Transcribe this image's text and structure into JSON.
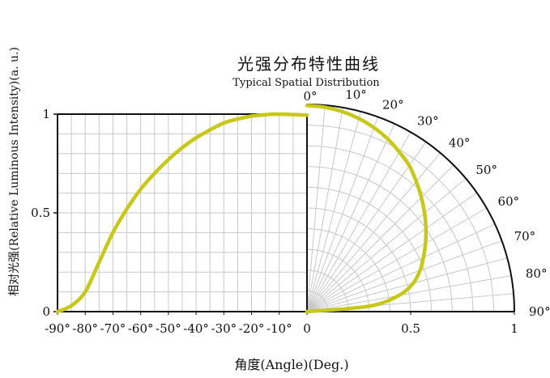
{
  "chart_data": {
    "type": "line",
    "title": "光强分布特性曲线",
    "subtitle": "Typical Spatial Distribution",
    "xlabel": "角度(Angle)(Deg.)",
    "ylabel": "相对光强(Relative Luminous Intensity)(a. u.)",
    "cartesian": {
      "x_ticks": [
        "-90°",
        "-80°",
        "-70°",
        "-60°",
        "-50°",
        "-40°",
        "-30°",
        "-20°",
        "-10°",
        "0"
      ],
      "x_tick_values": [
        -90,
        -80,
        -70,
        -60,
        -50,
        -40,
        -30,
        -20,
        -10,
        0
      ],
      "y_ticks": [
        "0",
        "0.5",
        "1"
      ],
      "y_tick_values": [
        0,
        0.5,
        1
      ],
      "xlim": [
        -90,
        0
      ],
      "ylim": [
        0,
        1
      ],
      "grid": true
    },
    "polar": {
      "angle_labels": [
        "0°",
        "10°",
        "20°",
        "30°",
        "40°",
        "50°",
        "60°",
        "70°",
        "80°",
        "90°"
      ],
      "angle_values": [
        0,
        10,
        20,
        30,
        40,
        50,
        60,
        70,
        80,
        90
      ],
      "radius_ticks": [
        "0",
        "0.5",
        "1"
      ],
      "radius_tick_values": [
        0,
        0.5,
        1
      ],
      "grid": true
    },
    "series": [
      {
        "color": "#c8c81a",
        "angles": [
          -90,
          -85,
          -80,
          -75,
          -70,
          -65,
          -60,
          -55,
          -50,
          -45,
          -40,
          -35,
          -30,
          -25,
          -20,
          -15,
          -10,
          -5,
          0
        ],
        "values": [
          0.0,
          0.03,
          0.1,
          0.25,
          0.4,
          0.52,
          0.62,
          0.7,
          0.77,
          0.83,
          0.88,
          0.92,
          0.955,
          0.975,
          0.99,
          0.997,
          1.0,
          0.998,
          0.995
        ],
        "polar_angles": [
          0,
          5,
          10,
          15,
          20,
          25,
          30,
          35,
          40,
          45,
          50,
          55,
          60,
          65,
          70,
          75,
          80,
          85,
          90
        ],
        "polar_values": [
          0.995,
          0.99,
          0.98,
          0.965,
          0.945,
          0.92,
          0.89,
          0.86,
          0.82,
          0.78,
          0.74,
          0.7,
          0.66,
          0.62,
          0.58,
          0.53,
          0.45,
          0.3,
          0.0
        ]
      }
    ]
  }
}
